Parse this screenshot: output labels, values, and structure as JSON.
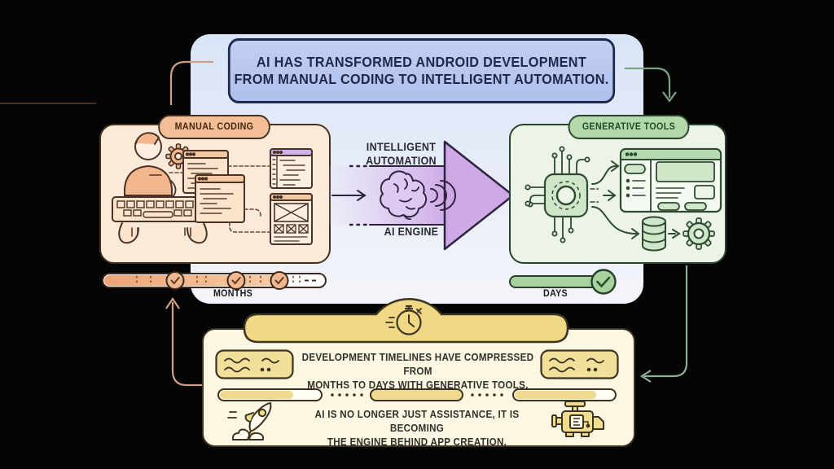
{
  "title": {
    "line1": "AI HAS TRANSFORMED ANDROID DEVELOPMENT",
    "line2": "FROM MANUAL CODING TO INTELLIGENT AUTOMATION."
  },
  "manual_side": {
    "badge": "MANUAL CODING",
    "timeline_label": "MONTHS",
    "progress_percent": 80,
    "checkpoints": 3
  },
  "automation_center": {
    "label_line1": "INTELLIGENT",
    "label_line2": "AUTOMATION",
    "engine_label": "AI ENGINE"
  },
  "generative_side": {
    "badge": "GENERATIVE TOOLS",
    "timeline_label": "DAYS",
    "progress_percent": 100,
    "checkpoints": 1
  },
  "compression_note": {
    "line1": "DEVELOPMENT TIMELINES HAVE COMPRESSED FROM",
    "line2": "MONTHS TO DAYS WITH GENERATIVE TOOLS."
  },
  "conclusion_note": {
    "line1": "AI IS NO LONGER JUST ASSISTANCE, IT IS BECOMING",
    "line2": "THE ENGINE BEHIND APP CREATION."
  },
  "icons": [
    "developer-at-keyboard-icon",
    "gear-icon",
    "code-window-icon",
    "layout-window-icon",
    "brain-icon",
    "arrow-icon",
    "chip-circuit-icon",
    "browser-window-icon",
    "database-icon",
    "stopwatch-icon",
    "rocket-icon",
    "engine-icon",
    "checkmark-icon"
  ],
  "colors": {
    "background": "#050505",
    "panel": "#e6ebf8",
    "header_fill": "#b8c7ee",
    "header_border": "#1e2a4c",
    "manual_fill": "#fbead9",
    "manual_accent": "#f3bd96",
    "generative_fill": "#ecf4e8",
    "generative_accent": "#b2d8ac",
    "automation_purple": "#cfa9e6",
    "bottom_fill": "#fbf7e2",
    "bottom_accent": "#f0d884"
  }
}
